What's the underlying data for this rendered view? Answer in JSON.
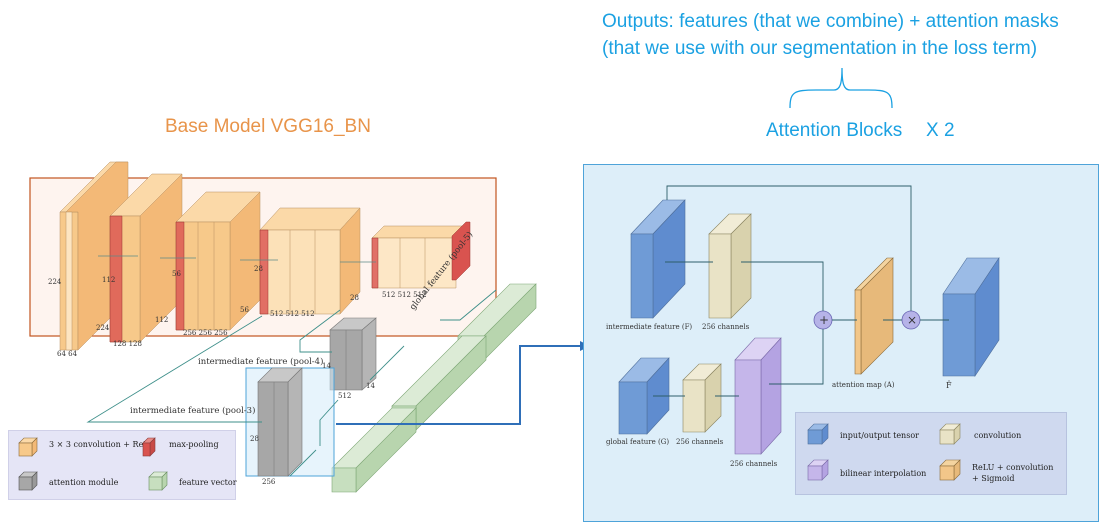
{
  "header": {
    "outputs_line1": "Outputs: features (that we combine) + attention masks",
    "outputs_line2": "(that we use with our segmentation in the loss term)",
    "attention_blocks": "Attention Blocks",
    "times_two": "X 2"
  },
  "base_model": {
    "title": "Base Model VGG16_BN",
    "dims": {
      "d224a": "224",
      "d224b": "224",
      "d112a": "112",
      "d112b": "112",
      "d56a": "56",
      "d56b": "56",
      "d28a": "28",
      "d28b": "28",
      "c64": "64 64",
      "c128": "128 128",
      "c256": "256 256 256",
      "c512a": "512 512 512",
      "c512b": "512 512 512",
      "d28c": "28",
      "d14": "14",
      "d14b": "14",
      "c512c": "512",
      "c256b": "256"
    },
    "labels": {
      "pool3": "intermediate feature (pool-3)",
      "pool4": "intermediate feature (pool-4)",
      "pool5": "global feature (pool-5)"
    },
    "legend": {
      "conv_relu": "3 × 3 convolution + ReLU",
      "max_pool": "max-pooling",
      "attention": "attention module",
      "feature_vec": "feature vector"
    }
  },
  "attention_block": {
    "labels": {
      "intermediate_feature": "intermediate feature (F)",
      "channels_256_a": "256 channels",
      "global_feature": "global feature (G)",
      "channels_256_b": "256 channels",
      "channels_256_c": "256 channels",
      "attention_map": "attention map (A)",
      "f_hat": "F̂",
      "plus": "+",
      "times": "×"
    },
    "legend": {
      "io_tensor": "input/output tensor",
      "convolution": "convolution",
      "bilinear": "bilinear interpolation",
      "relu_conv": "ReLU + convolution",
      "sigmoid": "+ Sigmoid"
    }
  },
  "colors": {
    "cyan": "#1ba1e2",
    "orange": "#e8944a",
    "conv_orange": "#f7c98a",
    "pool_red": "#d9534f",
    "attention_gray": "#a7a7a7",
    "feature_green": "#c7dfbf",
    "tensor_blue": "#6f9bd6",
    "conv_beige": "#e9e3c6",
    "interp_purple": "#c5b6ea"
  }
}
